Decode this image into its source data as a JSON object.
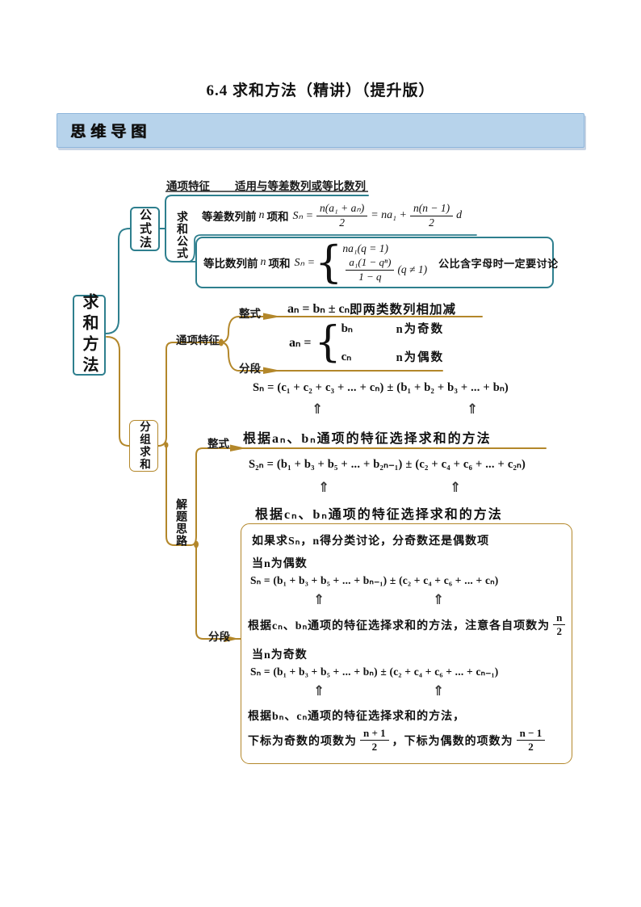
{
  "page": {
    "title": "6.4 求和方法（精讲）（提升版）"
  },
  "banner": {
    "label": "思维导图"
  },
  "colors": {
    "teal": "#2e7f8e",
    "gold": "#b3872a",
    "black_line": "#2b2b2b",
    "banner_bg": "#b7d3eb"
  },
  "glyphs": {
    "up_arrow": "⇑",
    "brace": "{"
  },
  "mindmap": {
    "root_label": "求和方法",
    "formula_branch": {
      "label": "公式法",
      "term_feature_label": "通项特征",
      "term_feature_note": "适用与等差数列或等比数列",
      "sum_formula_label": "求和公式",
      "arith": {
        "cn1": "等差数列前",
        "n": "n",
        "cn2": "项和",
        "lhs": "Sₙ =",
        "f1_num": "n(a₁ + aₙ)",
        "f1_den": "2",
        "eq2": "= na₁ +",
        "f2_num": "n(n − 1)",
        "f2_den": "2",
        "tail": "d"
      },
      "geo": {
        "cn1": "等比数列前",
        "n": "n",
        "cn2": "项和",
        "lhs": "Sₙ =",
        "row1": "na₁(q = 1)",
        "row2_num": "a₁(1 − qⁿ)",
        "row2_den": "1 − q",
        "row2_tail": "(q ≠ 1)",
        "note": "公比含字母时一定要讨论"
      }
    },
    "group_branch": {
      "label": "分组求和",
      "term_feature_label": "通项特征",
      "integral_label": "整式",
      "integral_formula": "aₙ = bₙ ± cₙ",
      "integral_note": "即两类数列相加减",
      "piecewise_label": "分段",
      "cases": {
        "lhs": "aₙ =",
        "r1_val": "bₙ",
        "r1_cond": "n为奇数",
        "r2_val": "cₙ",
        "r2_cond": "n为偶数"
      },
      "solving_label": "解题思路",
      "sum1": "Sₙ = (c₁ + c₂ + c₃ + ... + cₙ) ± (b₁ + b₂ + b₃ + ... + bₙ)",
      "integral2_label": "整式",
      "rule_ab": "根据aₙ、bₙ通项的特征选择求和的方法",
      "sum2": "S₂ₙ = (b₁ + b₃ + b₅ + ... + b₂ₙ₋₁) ± (c₂ + c₄ + c₆ + ... + c₂ₙ)",
      "rule_cb": "根据cₙ、bₙ通项的特征选择求和的方法",
      "piecewise2_label": "分段",
      "box": {
        "line1": "如果求Sₙ，n得分类讨论，分奇数还是偶数项",
        "even_head": "当n为偶数",
        "even_sum": "Sₙ = (b₁ + b₃ + b₅ + ... + bₙ₋₁) ± (c₂ + c₄ + c₆ + ... + cₙ)",
        "rule_even_pre": "根据cₙ、bₙ通项的特征选择求和的方法，注意各自项数为",
        "half_num": "n",
        "half_den": "2",
        "odd_head": "当n为奇数",
        "odd_sum": "Sₙ = (b₁ + b₃ + b₅ + ... + bₙ) ± (c₂ + c₄ + c₆ + ... + cₙ₋₁)",
        "rule_odd": "根据bₙ、cₙ通项的特征选择求和的方法，",
        "tail_pre": "下标为奇数的项数为",
        "fo_num": "n + 1",
        "fo_den": "2",
        "tail_mid": "，下标为偶数的项数为",
        "fe_num": "n − 1",
        "fe_den": "2"
      }
    }
  }
}
